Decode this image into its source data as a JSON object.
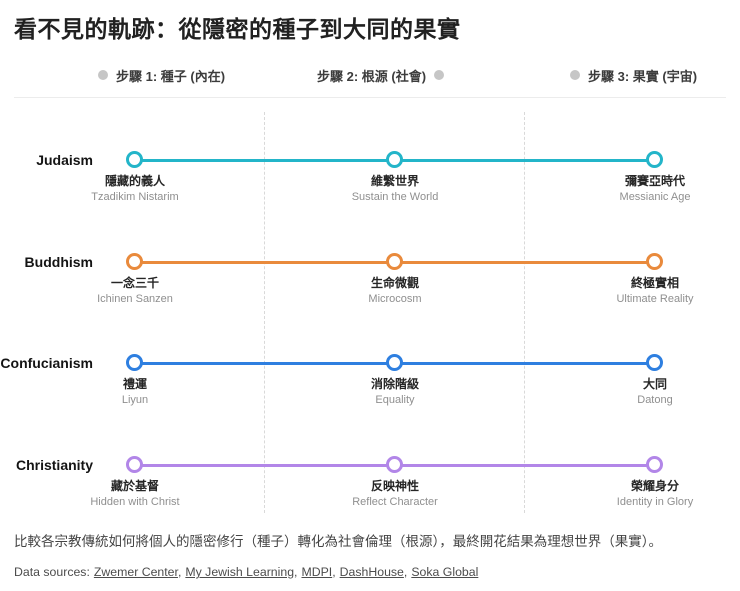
{
  "chart_data": {
    "type": "line",
    "title": "看不見的軌跡：從隱密的種子到大同的果實",
    "categories": [
      "步驟 1: 種子 (內在)",
      "步驟 2: 根源 (社會)",
      "步驟 3: 果實 (宇宙)"
    ],
    "legend_position": "top",
    "grid": "dashed vertical separators between the three step columns",
    "rows": [
      {
        "name": "Judaism",
        "color": "#23b5c9",
        "points": [
          {
            "zh": "隱藏的義人",
            "en": "Tzadikim Nistarim"
          },
          {
            "zh": "維繫世界",
            "en": "Sustain the World"
          },
          {
            "zh": "彌賽亞時代",
            "en": "Messianic Age"
          }
        ]
      },
      {
        "name": "Buddhism",
        "color": "#e98a3c",
        "points": [
          {
            "zh": "一念三千",
            "en": "Ichinen Sanzen"
          },
          {
            "zh": "生命微觀",
            "en": "Microcosm"
          },
          {
            "zh": "終極實相",
            "en": "Ultimate Reality"
          }
        ]
      },
      {
        "name": "Confucianism",
        "color": "#2e7fe0",
        "points": [
          {
            "zh": "禮運",
            "en": "Liyun"
          },
          {
            "zh": "消除階級",
            "en": "Equality"
          },
          {
            "zh": "大同",
            "en": "Datong"
          }
        ]
      },
      {
        "name": "Christianity",
        "color": "#b286e8",
        "points": [
          {
            "zh": "藏於基督",
            "en": "Hidden with Christ"
          },
          {
            "zh": "反映神性",
            "en": "Reflect Character"
          },
          {
            "zh": "榮耀身分",
            "en": "Identity in Glory"
          }
        ]
      }
    ]
  },
  "caption": "比較各宗教傳統如何將個人的隱密修行（種子）轉化為社會倫理（根源），最終開花結果為理想世界（果實）。",
  "sources": {
    "prefix": "Data sources:",
    "sep": ",",
    "links": [
      "Zwemer Center",
      "My Jewish Learning",
      "MDPI",
      "DashHouse",
      "Soka Global"
    ]
  },
  "colors": {
    "legend_dot": "#c6c6c6",
    "gridline": "#d9d9d9",
    "divider": "#ececec"
  }
}
